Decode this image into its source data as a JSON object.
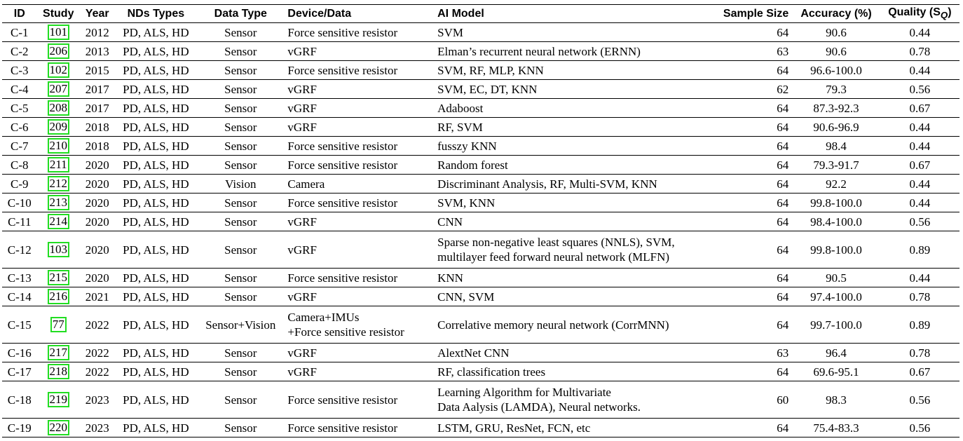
{
  "headers": {
    "id": "ID",
    "study": "Study",
    "year": "Year",
    "nds": "NDs Types",
    "data_type": "Data Type",
    "device": "Device/Data",
    "model": "AI Model",
    "sample": "Sample Size",
    "accuracy": "Accuracy (%)",
    "quality": "Quality (S",
    "quality_sub": "Q",
    "quality_close": ")"
  },
  "rows": [
    {
      "id": "C-1",
      "ref": "101",
      "year": "2012",
      "nds": "PD, ALS, HD",
      "dtype": "Sensor",
      "device": [
        "Force sensitive resistor"
      ],
      "model": [
        "SVM"
      ],
      "sample": "64",
      "accuracy": "90.6",
      "quality": "0.44"
    },
    {
      "id": "C-2",
      "ref": "206",
      "year": "2013",
      "nds": "PD, ALS, HD",
      "dtype": "Sensor",
      "device": [
        "vGRF"
      ],
      "model": [
        "Elman’s recurrent neural network (ERNN)"
      ],
      "sample": "63",
      "accuracy": "90.6",
      "quality": "0.78"
    },
    {
      "id": "C-3",
      "ref": "102",
      "year": "2015",
      "nds": "PD, ALS, HD",
      "dtype": "Sensor",
      "device": [
        "Force sensitive resistor"
      ],
      "model": [
        "SVM, RF, MLP, KNN"
      ],
      "sample": "64",
      "accuracy": "96.6-100.0",
      "quality": "0.44"
    },
    {
      "id": "C-4",
      "ref": "207",
      "year": "2017",
      "nds": "PD, ALS, HD",
      "dtype": "Sensor",
      "device": [
        "vGRF"
      ],
      "model": [
        "SVM, EC, DT, KNN"
      ],
      "sample": "62",
      "accuracy": "79.3",
      "quality": "0.56"
    },
    {
      "id": "C-5",
      "ref": "208",
      "year": "2017",
      "nds": "PD, ALS, HD",
      "dtype": "Sensor",
      "device": [
        "vGRF"
      ],
      "model": [
        "Adaboost"
      ],
      "sample": "64",
      "accuracy": "87.3-92.3",
      "quality": "0.67"
    },
    {
      "id": "C-6",
      "ref": "209",
      "year": "2018",
      "nds": "PD, ALS, HD",
      "dtype": "Sensor",
      "device": [
        "vGRF"
      ],
      "model": [
        "RF, SVM"
      ],
      "sample": "64",
      "accuracy": "90.6-96.9",
      "quality": "0.44"
    },
    {
      "id": "C-7",
      "ref": "210",
      "year": "2018",
      "nds": "PD, ALS, HD",
      "dtype": "Sensor",
      "device": [
        "Force sensitive resistor"
      ],
      "model": [
        "fusszy KNN"
      ],
      "sample": "64",
      "accuracy": "98.4",
      "quality": "0.44"
    },
    {
      "id": "C-8",
      "ref": "211",
      "year": "2020",
      "nds": "PD, ALS, HD",
      "dtype": "Sensor",
      "device": [
        "Force sensitive resistor"
      ],
      "model": [
        "Random forest"
      ],
      "sample": "64",
      "accuracy": "79.3-91.7",
      "quality": "0.67"
    },
    {
      "id": "C-9",
      "ref": "212",
      "year": "2020",
      "nds": "PD, ALS, HD",
      "dtype": "Vision",
      "device": [
        "Camera"
      ],
      "model": [
        "Discriminant Analysis, RF, Multi-SVM, KNN"
      ],
      "sample": "64",
      "accuracy": "92.2",
      "quality": "0.44"
    },
    {
      "id": "C-10",
      "ref": "213",
      "year": "2020",
      "nds": "PD, ALS, HD",
      "dtype": "Sensor",
      "device": [
        "Force sensitive resistor"
      ],
      "model": [
        "SVM, KNN"
      ],
      "sample": "64",
      "accuracy": "99.8-100.0",
      "quality": "0.44"
    },
    {
      "id": "C-11",
      "ref": "214",
      "year": "2020",
      "nds": "PD, ALS, HD",
      "dtype": "Sensor",
      "device": [
        "vGRF"
      ],
      "model": [
        "CNN"
      ],
      "sample": "64",
      "accuracy": "98.4-100.0",
      "quality": "0.56"
    },
    {
      "id": "C-12",
      "ref": "103",
      "year": "2020",
      "nds": "PD, ALS, HD",
      "dtype": "Sensor",
      "device": [
        "vGRF"
      ],
      "model": [
        "Sparse non-negative least squares (NNLS), SVM,",
        "multilayer feed forward neural network (MLFN)"
      ],
      "sample": "64",
      "accuracy": "99.8-100.0",
      "quality": "0.89"
    },
    {
      "id": "C-13",
      "ref": "215",
      "year": "2020",
      "nds": "PD, ALS, HD",
      "dtype": "Sensor",
      "device": [
        "Force sensitive resistor"
      ],
      "model": [
        "KNN"
      ],
      "sample": "64",
      "accuracy": "90.5",
      "quality": "0.44"
    },
    {
      "id": "C-14",
      "ref": "216",
      "year": "2021",
      "nds": "PD, ALS, HD",
      "dtype": "Sensor",
      "device": [
        "vGRF"
      ],
      "model": [
        "CNN, SVM"
      ],
      "sample": "64",
      "accuracy": "97.4-100.0",
      "quality": "0.78"
    },
    {
      "id": "C-15",
      "ref": "77",
      "year": "2022",
      "nds": "PD, ALS, HD",
      "dtype": "Sensor+Vision",
      "device": [
        "Camera+IMUs",
        "+Force sensitive resistor"
      ],
      "model": [
        "Correlative memory neural network (CorrMNN)"
      ],
      "sample": "64",
      "accuracy": "99.7-100.0",
      "quality": "0.89"
    },
    {
      "id": "C-16",
      "ref": "217",
      "year": "2022",
      "nds": "PD, ALS, HD",
      "dtype": "Sensor",
      "device": [
        "vGRF"
      ],
      "model": [
        "AlextNet CNN"
      ],
      "sample": "63",
      "accuracy": "96.4",
      "quality": "0.78"
    },
    {
      "id": "C-17",
      "ref": "218",
      "year": "2022",
      "nds": "PD, ALS, HD",
      "dtype": "Sensor",
      "device": [
        "vGRF"
      ],
      "model": [
        "RF, classification trees"
      ],
      "sample": "64",
      "accuracy": "69.6-95.1",
      "quality": "0.67"
    },
    {
      "id": "C-18",
      "ref": "219",
      "year": "2023",
      "nds": "PD, ALS, HD",
      "dtype": "Sensor",
      "device": [
        "Force sensitive resistor"
      ],
      "model": [
        "Learning Algorithm for Multivariate",
        "Data Aalysis (LAMDA), Neural networks."
      ],
      "sample": "60",
      "accuracy": "98.3",
      "quality": "0.56"
    },
    {
      "id": "C-19",
      "ref": "220",
      "year": "2023",
      "nds": "PD, ALS, HD",
      "dtype": "Sensor",
      "device": [
        "Force sensitive resistor"
      ],
      "model": [
        "LSTM, GRU, ResNet, FCN, etc"
      ],
      "sample": "64",
      "accuracy": "75.4-83.3",
      "quality": "0.56"
    }
  ]
}
